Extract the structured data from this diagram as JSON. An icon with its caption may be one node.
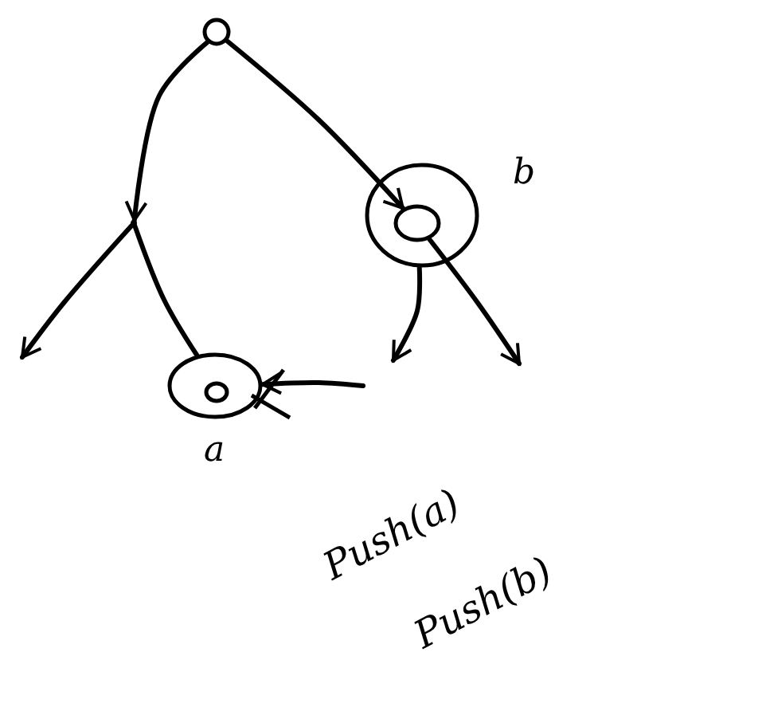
{
  "diagram": {
    "nodes": [
      {
        "text": [],
        "shape": "circle"
      },
      {
        "text": [],
        "shape": "circle",
        "beside": [
          "b"
        ]
      },
      {
        "text": [],
        "shape": "circle",
        "in": 1
      },
      {
        "text": [],
        "shape": "circle",
        "beside": [
          "a"
        ]
      },
      {
        "text": [],
        "shape": "circle",
        "in": 3
      },
      {
        "text": [],
        "shape": "point"
      }
    ],
    "edges": [
      {
        "from": 0,
        "to": 5,
        "arrow": "to"
      },
      {
        "from": 0,
        "to": 2,
        "arrow": "to"
      },
      {
        "from": 5,
        "to": null,
        "arrow": "to"
      },
      {
        "from": 5,
        "to": 3,
        "arrow": "none"
      },
      {
        "from": 1,
        "to": null,
        "arrow": "to"
      },
      {
        "from": 2,
        "to": null,
        "arrow": "to"
      },
      {
        "from": null,
        "to": 3,
        "arrow": "to"
      }
    ],
    "labels": [
      "Push(a)",
      "Push(b)"
    ]
  }
}
